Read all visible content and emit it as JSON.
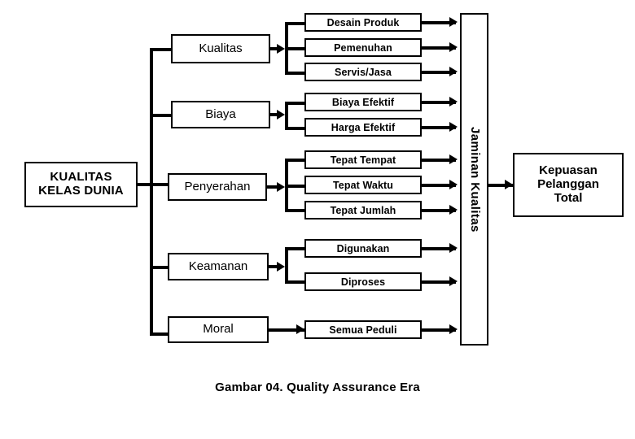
{
  "diagram": {
    "caption": "Gambar 04. Quality Assurance Era",
    "root": {
      "line1": "KUALITAS",
      "line2": "KELAS DUNIA"
    },
    "hub": {
      "label": "Jaminan Kualitas"
    },
    "outcome": {
      "line1": "Kepuasan",
      "line2": "Pelanggan",
      "line3": "Total"
    },
    "categories": [
      {
        "label": "Kualitas",
        "details": [
          "Desain Produk",
          "Pemenuhan",
          "Servis/Jasa"
        ]
      },
      {
        "label": "Biaya",
        "details": [
          "Biaya Efektif",
          "Harga Efektif"
        ]
      },
      {
        "label": "Penyerahan",
        "details": [
          "Tepat Tempat",
          "Tepat Waktu",
          "Tepat Jumlah"
        ]
      },
      {
        "label": "Keamanan",
        "details": [
          "Digunakan",
          "Diproses"
        ]
      },
      {
        "label": "Moral",
        "details": [
          "Semua Peduli"
        ]
      }
    ],
    "colors": {
      "background": "#ffffff",
      "stroke": "#000000",
      "text": "#000000"
    }
  }
}
